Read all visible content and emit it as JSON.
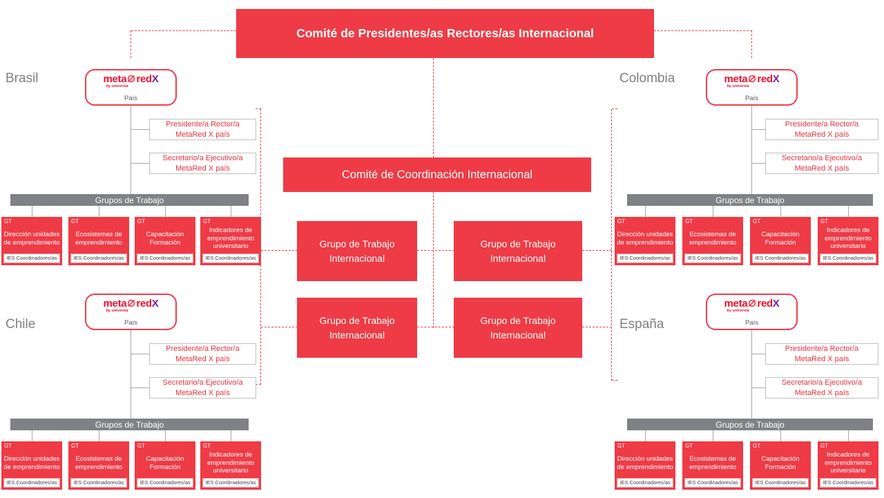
{
  "diagram": {
    "title": "Comité de Presidentes/as Rectores/as Internacional",
    "coordination_committee": "Comité de Coordinación Internacional",
    "intl_group": "Grupo de Trabajo Internacional"
  },
  "logo": {
    "meta": "meta",
    "red": "red",
    "x": "X",
    "by": "by universia",
    "country_tag": "País"
  },
  "roles": {
    "president": "Presidente/a Rector/a MetaRed X país",
    "secretary": "Secretario/a Ejecutivo/a MetaRed X país"
  },
  "groups": {
    "bar": "Grupos de Trabajo",
    "gt": "GT",
    "ies": "IES Coordinadores/as",
    "items": [
      "Dirección unidades de emprendimiento",
      "Ecosistemas de emprendimiento",
      "Capacitación Formación",
      "Indicadores de emprendimiento universitario"
    ]
  },
  "countries": [
    {
      "name": "Brasil"
    },
    {
      "name": "Colombia"
    },
    {
      "name": "Chile"
    },
    {
      "name": "España"
    }
  ],
  "colors": {
    "box_red": "#EE3B46",
    "dash_red": "#F23B4B",
    "gray_bar": "#808184",
    "logo_red": "#E8112D",
    "logo_purple": "#7A1FA2",
    "label_gray": "#7F7F7F"
  }
}
